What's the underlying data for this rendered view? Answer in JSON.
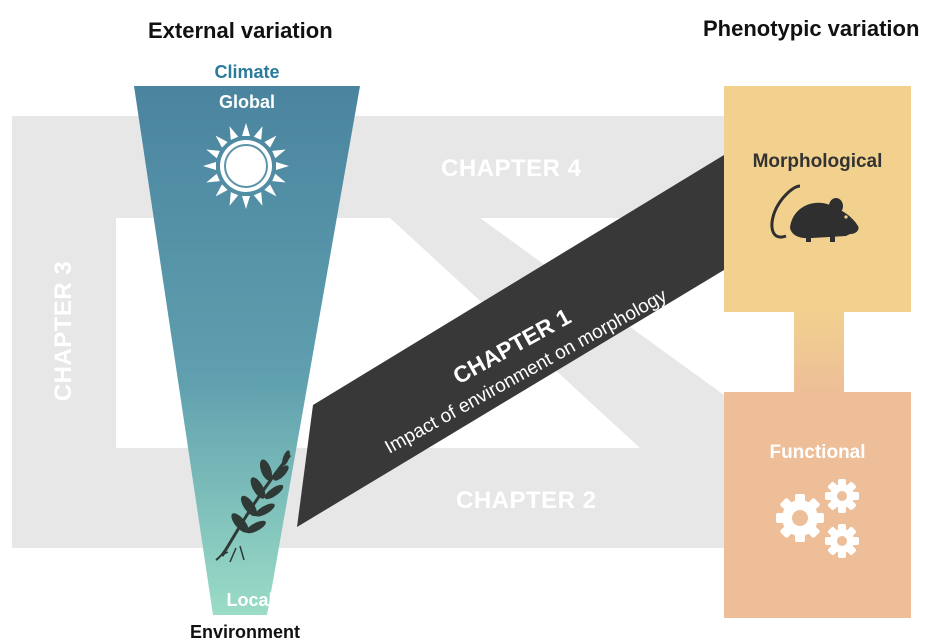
{
  "headings": {
    "left": "External variation",
    "right": "Phenotypic variation"
  },
  "funnel": {
    "top_category": "Climate",
    "top_scale": "Global",
    "bottom_scale": "Local",
    "bottom_category": "Environment",
    "top_color": "#4a849f",
    "bottom_color": "#9adcc6"
  },
  "chapters": {
    "chapter1": {
      "title": "CHAPTER 1",
      "subtitle": "Impact of environment on morphology"
    },
    "chapter2": {
      "title": "CHAPTER 2"
    },
    "chapter3": {
      "title": "CHAPTER 3"
    },
    "chapter4": {
      "title": "CHAPTER 4"
    }
  },
  "boxes": {
    "morphological": {
      "label": "Morphological",
      "color": "#f2d18f",
      "icon": "mouse-icon"
    },
    "functional": {
      "label": "Functional",
      "color": "#edbe97",
      "icon": "gears-icon"
    }
  },
  "icons": {
    "sun": "sun-icon",
    "plant": "plant-icon"
  }
}
